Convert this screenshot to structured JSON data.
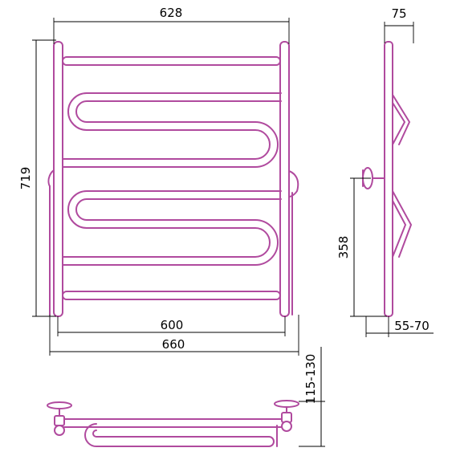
{
  "dimensions": {
    "top_width": "628",
    "height": "719",
    "inner_width": "600",
    "outer_width": "660",
    "side_depth": "75",
    "side_height": "358",
    "side_offset": "55-70",
    "bottom_depth": "115-130"
  },
  "colors": {
    "pipe": "#b04a9e",
    "dimension_line": "#000000"
  }
}
